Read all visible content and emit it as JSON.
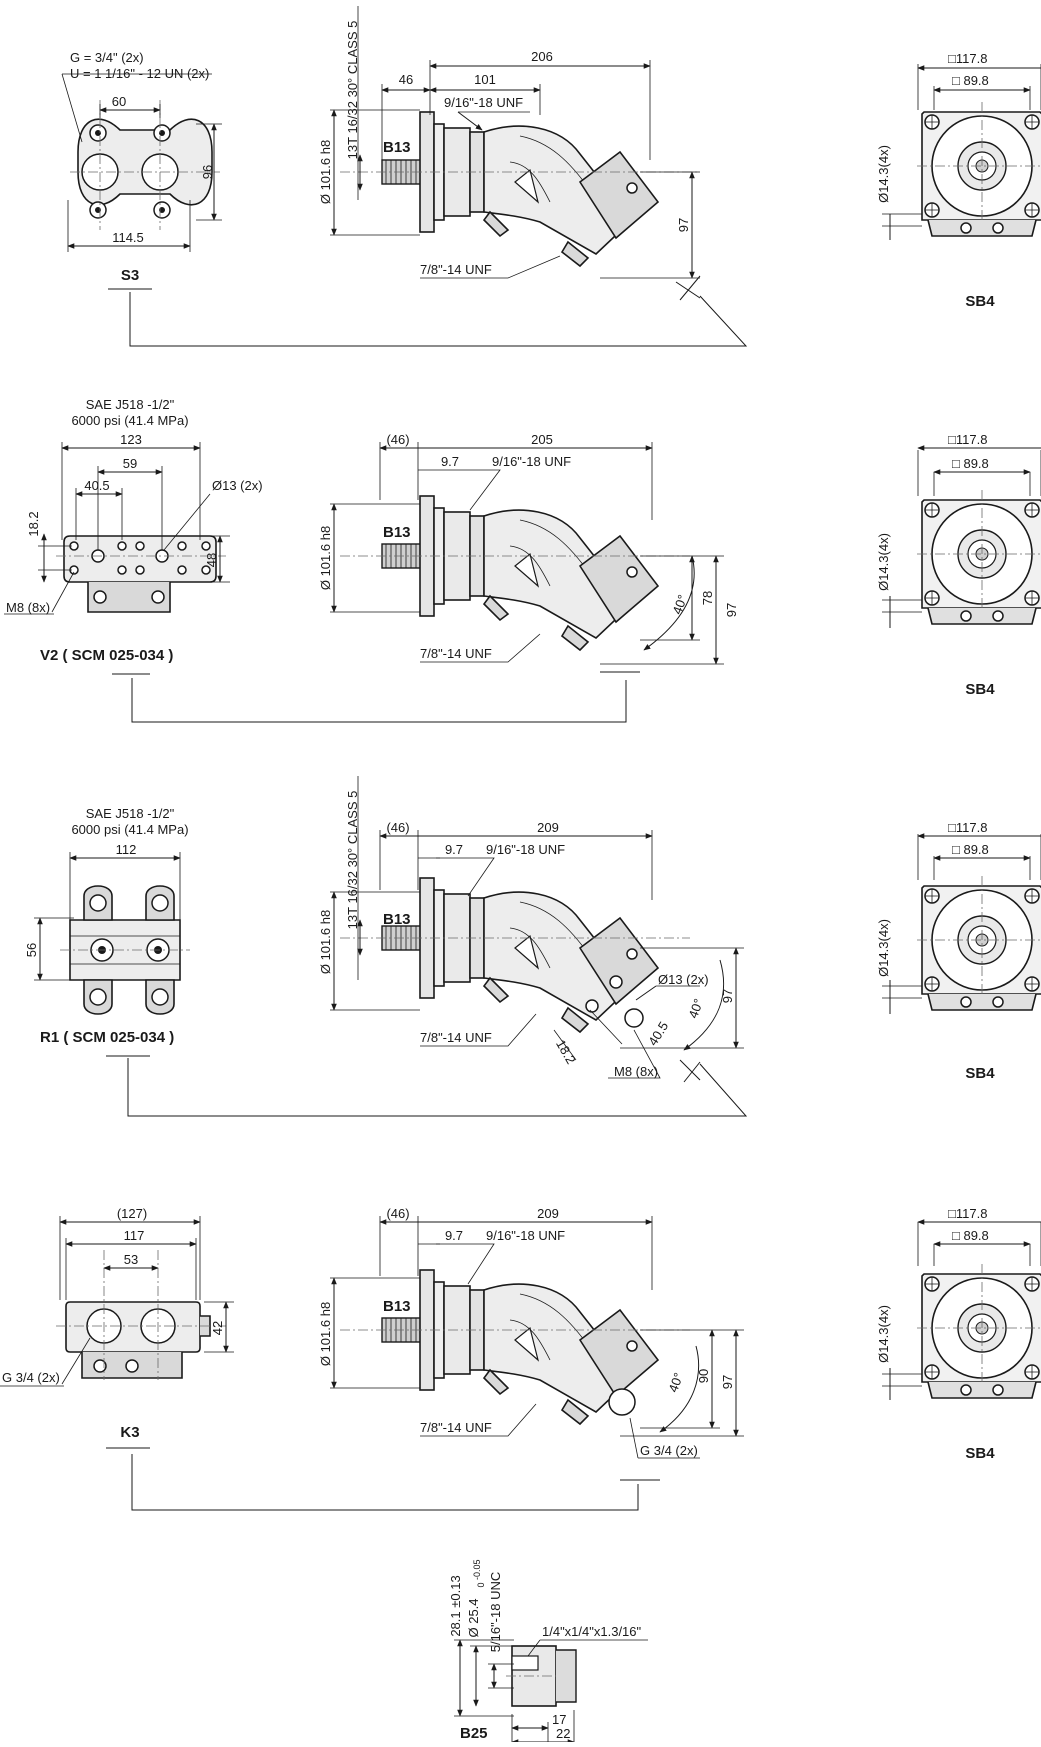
{
  "row1": {
    "side": {
      "port_note1": "G = 3/4\" (2x)",
      "port_note2": "U = 1 1/16\" - 12 UN (2x)",
      "dim_60": "60",
      "dim_96": "96",
      "dim_114": "114.5",
      "label": "S3"
    },
    "main": {
      "spline": "13T 16/32 30° CLASS 5",
      "dim_206": "206",
      "dim_46": "46",
      "dim_101": "101",
      "thread_top": "9/16\"-18 UNF",
      "shaft": "B13",
      "dia": "Ø 101.6 h8",
      "dim_97": "97",
      "thread_bottom": "7/8\"-14 UNF"
    },
    "flange": {
      "sq_outer": "□117.8",
      "sq_inner": "□ 89.8",
      "holes": "Ø14.3(4x)",
      "label": "SB4"
    }
  },
  "row2": {
    "side": {
      "note1": "SAE J518 -1/2\"",
      "note2": "6000 psi  (41.4 MPa)",
      "dim_123": "123",
      "dim_59": "59",
      "dim_40": "40.5",
      "dim_13": "Ø13 (2x)",
      "dim_18": "18.2",
      "dim_48": "48",
      "m8": "M8 (8x)",
      "label": "V2  ( SCM 025-034 )"
    },
    "main": {
      "dim_46": "(46)",
      "dim_205": "205",
      "dim_9": "9.7",
      "thread_top": "9/16\"-18 UNF",
      "shaft": "B13",
      "dia": "Ø 101.6 h8",
      "angle": "40°",
      "dim_78": "78",
      "dim_97": "97",
      "thread_bottom": "7/8\"-14 UNF"
    },
    "flange": {
      "sq_outer": "□117.8",
      "sq_inner": "□ 89.8",
      "holes": "Ø14.3(4x)",
      "label": "SB4"
    }
  },
  "row3": {
    "side": {
      "note1": "SAE J518 -1/2\"",
      "note2": "6000 psi  (41.4 MPa)",
      "dim_112": "112",
      "dim_56": "56",
      "label": "R1  ( SCM 025-034 )"
    },
    "main": {
      "spline": "13T 16/32 30° CLASS 5",
      "dim_46": "(46)",
      "dim_209": "209",
      "dim_9": "9.7",
      "thread_top": "9/16\"-18 UNF",
      "shaft": "B13",
      "dia": "Ø 101.6 h8",
      "dim_13": "Ø13 (2x)",
      "angle": "40°",
      "dim_97": "97",
      "dim_40": "40.5",
      "dim_18": "18.2",
      "m8": "M8 (8x)",
      "thread_bottom": "7/8\"-14 UNF"
    },
    "flange": {
      "sq_outer": "□117.8",
      "sq_inner": "□ 89.8",
      "holes": "Ø14.3(4x)",
      "label": "SB4"
    }
  },
  "row4": {
    "side": {
      "dim_127": "(127)",
      "dim_117": "117",
      "dim_53": "53",
      "dim_42": "42",
      "port": "G 3/4 (2x)",
      "label": "K3"
    },
    "main": {
      "dim_46": "(46)",
      "dim_209": "209",
      "dim_9": "9.7",
      "thread_top": "9/16\"-18 UNF",
      "shaft": "B13",
      "dia": "Ø 101.6 h8",
      "angle": "40°",
      "dim_90": "90",
      "dim_97": "97",
      "thread_bottom": "7/8\"-14 UNF",
      "port": "G 3/4 (2x)"
    },
    "flange": {
      "sq_outer": "□117.8",
      "sq_inner": "□ 89.8",
      "holes": "Ø14.3(4x)",
      "label": "SB4"
    }
  },
  "shaft_b25": {
    "dim_28": "28.1 ±0.13",
    "dim_25": "Ø 25.4",
    "tol_upper": "0",
    "tol_lower": "-0.05",
    "thread": "5/16\"-18 UNC",
    "key": "1/4\"x1/4\"x1.3/16\"",
    "dim_17": "17",
    "dim_22": "22",
    "label": "B25"
  }
}
